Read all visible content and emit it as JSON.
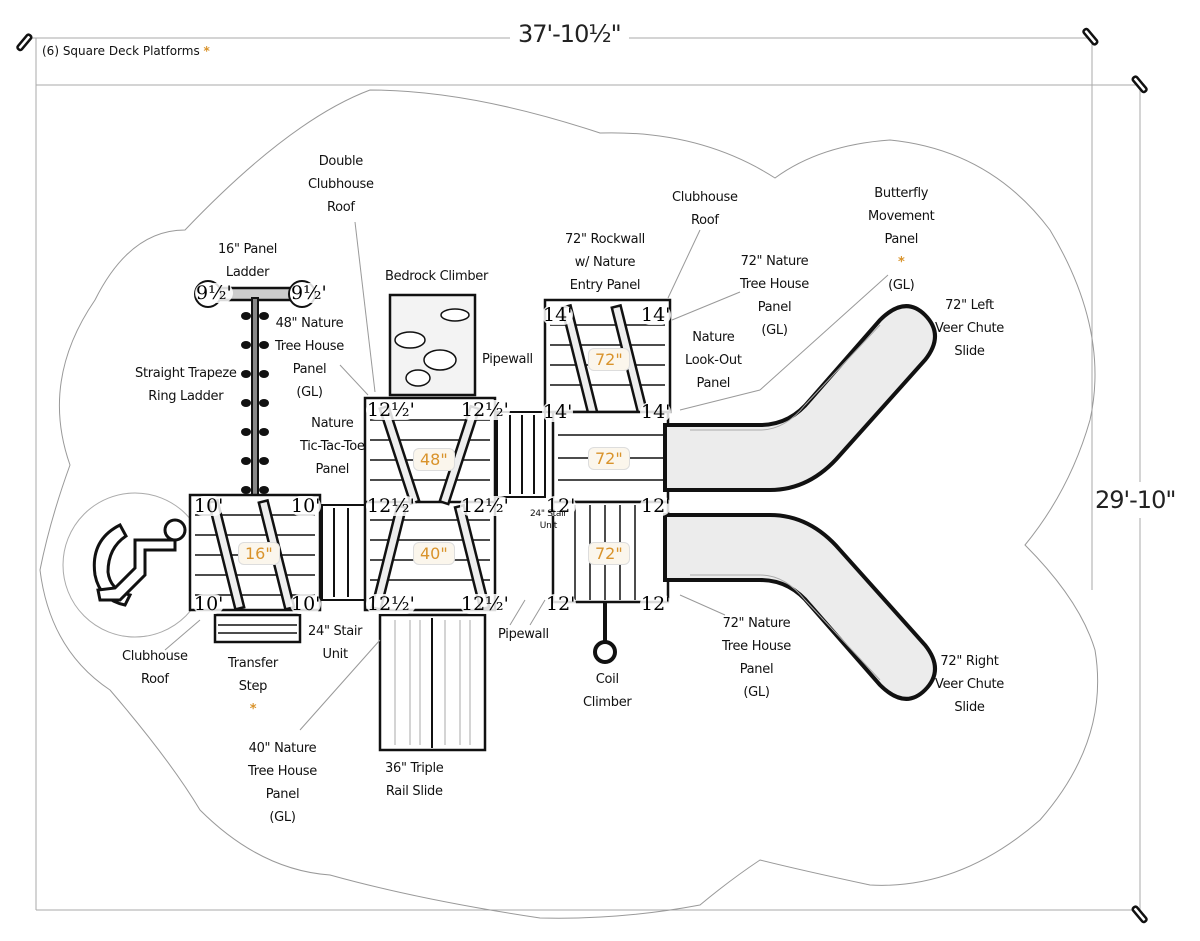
{
  "note": {
    "text": "(6) Square Deck Platforms",
    "asterisk": "*"
  },
  "dimensions": {
    "width": "37'-10½\"",
    "depth": "29'-10\""
  },
  "accent_color": "#d9932b",
  "decks": [
    {
      "id": "deck-16",
      "height_label": "16\"",
      "corner_label": "10'"
    },
    {
      "id": "deck-48",
      "height_label": "48\"",
      "corner_label": "12½'"
    },
    {
      "id": "deck-40",
      "height_label": "40\"",
      "corner_label": "12½'"
    },
    {
      "id": "deck-72-top",
      "height_label": "72\"",
      "corner_label": "14'"
    },
    {
      "id": "deck-72-mid",
      "height_label": "72\"",
      "corner_label": "14'"
    },
    {
      "id": "deck-72-low",
      "height_label": "72\"",
      "corner_label": "12'"
    }
  ],
  "ladder_corner_label": "9½'",
  "labels": {
    "double_clubhouse_roof": [
      "Double",
      "Clubhouse",
      "Roof"
    ],
    "panel_ladder": [
      "16\" Panel",
      "Ladder"
    ],
    "bedrock_climber": [
      "Bedrock Climber"
    ],
    "nature_treehouse_48": [
      "48\" Nature",
      "Tree House",
      "Panel",
      "(GL)"
    ],
    "trapeze_ladder": [
      "Straight Trapeze",
      "Ring Ladder"
    ],
    "pipewall_top": [
      "Pipewall"
    ],
    "tic_tac_toe": [
      "Nature",
      "Tic-Tac-Toe",
      "Panel"
    ],
    "clubhouse_roof_top": [
      "Clubhouse",
      "Roof"
    ],
    "rockwall": [
      "72\" Rockwall",
      "w/ Nature",
      "Entry Panel"
    ],
    "nature_treehouse_72_top": [
      "72\" Nature",
      "Tree House",
      "Panel",
      "(GL)"
    ],
    "butterfly": [
      "Butterfly",
      "Movement",
      "Panel",
      "(GL)"
    ],
    "lookout": [
      "Nature",
      "Look-Out",
      "Panel"
    ],
    "left_veer": [
      "72\" Left",
      "Veer Chute",
      "Slide"
    ],
    "stair_small": [
      "24\" Stair",
      "Unit"
    ],
    "clubhouse_roof_left": [
      "Clubhouse",
      "Roof"
    ],
    "transfer_step": [
      "Transfer",
      "Step"
    ],
    "stair_unit": [
      "24\" Stair",
      "Unit"
    ],
    "pipewall_bottom": [
      "Pipewall"
    ],
    "coil_climber": [
      "Coil",
      "Climber"
    ],
    "nature_treehouse_72_bottom": [
      "72\" Nature",
      "Tree House",
      "Panel",
      "(GL)"
    ],
    "right_veer": [
      "72\" Right",
      "Veer Chute",
      "Slide"
    ],
    "nature_treehouse_40": [
      "40\" Nature",
      "Tree House",
      "Panel",
      "(GL)"
    ],
    "triple_slide": [
      "36\" Triple",
      "Rail Slide"
    ]
  },
  "icons": {
    "accessibility": "wheelchair-icon"
  }
}
